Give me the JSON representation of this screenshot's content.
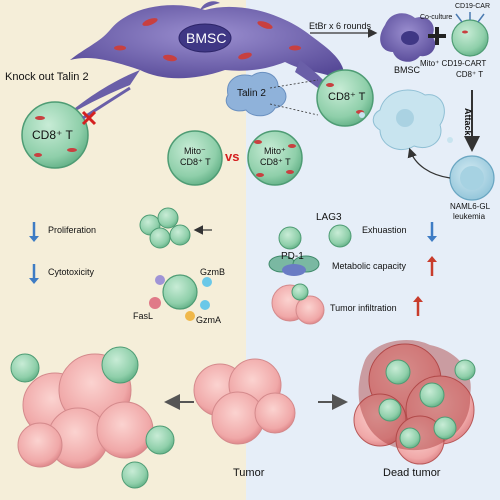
{
  "labels": {
    "bmsc_center": "BMSC",
    "etbr": "EtBr x 6 rounds",
    "bmsc_right": "BMSC",
    "coculture": "Co-culture",
    "cd19car": "CD19-CAR",
    "mito_cart": "Mito⁺ CD19-CART",
    "mito_cart_cd8": "CD8⁺ T",
    "attack": "Attack",
    "naml6": "NAML6-GL",
    "leukemia": "leukemia",
    "knockout": "Knock out Talin 2",
    "talin2": "Talin 2",
    "cd8_left": "CD8⁺ T",
    "cd8_right": "CD8⁺ T",
    "mito_minus_1": "Mito⁻",
    "mito_minus_2": "CD8⁺ T",
    "vs": "vs",
    "mito_plus_1": "Mito⁺",
    "mito_plus_2": "CD8⁺ T",
    "proliferation": "Proliferation",
    "cytotoxicity": "Cytotoxicity",
    "gzmb": "GzmB",
    "fasl": "FasL",
    "gzma": "GzmA",
    "pd1": "PD-1",
    "lag3": "LAG3",
    "exhaustion": "Exhuastion",
    "metabolic": "Metabolic capacity",
    "infiltration": "Tumor infiltration",
    "tumor": "Tumor",
    "dead_tumor": "Dead tumor"
  },
  "colors": {
    "left_panel": "#f5eed9",
    "right_panel": "#e6eef8",
    "bmsc_purple": "#6a5fa8",
    "tcell_green": "#8fcfaa",
    "tumor_pink": "#f0a8a8",
    "arrow_down_blue": "#3e7cc4",
    "arrow_up_red": "#c83c2c",
    "cross_red": "#d42020",
    "vs_red": "#d42020"
  }
}
